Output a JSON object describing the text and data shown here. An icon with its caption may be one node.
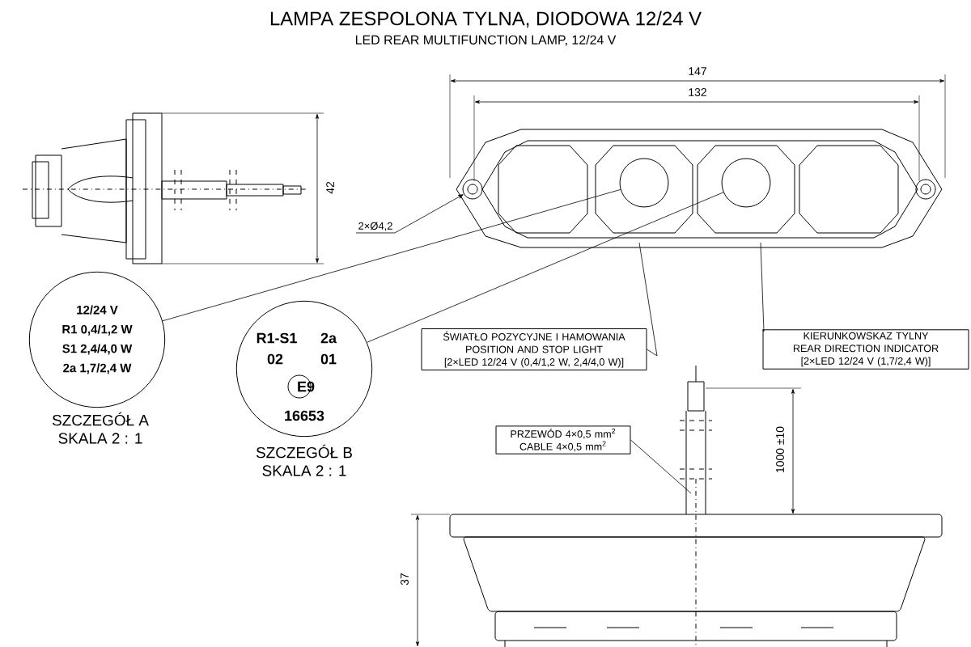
{
  "diagram": {
    "title": "LAMPA ZESPOLONA TYLNA, DIODOWA 12/24 V",
    "nodes": [
      {
        "text": [
          "12/24 V",
          "R1 0,4/1,2 W",
          "S1 2,4/4,0 W",
          "2a 1,7/2,4 W"
        ],
        "beside": [
          "SZCZEGÓŁ A",
          "SKALA 2 : 1"
        ]
      },
      {
        "text": [
          "R1-S1",
          "2a",
          "02",
          "01",
          "E9",
          "16653"
        ],
        "beside": [
          "SZCZEGÓŁ B",
          "SKALA 2 : 1"
        ]
      },
      {
        "text": [],
        "shape": "circle"
      },
      {
        "text": [],
        "shape": "circle"
      },
      {
        "text": [
          "ŚWIATŁO POZYCYJNE I HAMOWANIA",
          "POSITION AND STOP LIGHT",
          "[2×LED 12/24 V (0,4/1,2 W, 2,4/4,0 W)]"
        ]
      },
      {
        "text": [
          "KIERUNKOWSKAZ TYLNY",
          "REAR DIRECTION INDICATOR",
          "[2×LED 12/24 V (1,7/2,4 W)]"
        ]
      },
      {
        "text": [
          "PRZEWÓD 4×0,5 mm$^{2}$",
          "CABLE 4×0,5 mm$^{2}$"
        ]
      },
      {
        "text": [
          "2×Ø4,2"
        ]
      },
      {
        "text": [],
        "shape": "circle"
      }
    ],
    "edges": [
      {
        "from": 0,
        "to": 2,
        "arrow": "none"
      },
      {
        "from": 1,
        "to": 3,
        "arrow": "none"
      },
      {
        "from": 4,
        "to": null,
        "arrow": "none"
      },
      {
        "from": 5,
        "to": null,
        "arrow": "none"
      },
      {
        "from": 6,
        "to": null,
        "arrow": "none"
      },
      {
        "from": 7,
        "to": 8,
        "arrow": "to"
      }
    ],
    "labels": [
      "LED REAR MULTIFUNCTION LAMP, 12/24 V",
      "147",
      "132",
      "42",
      "1000 ±10",
      "37"
    ]
  }
}
